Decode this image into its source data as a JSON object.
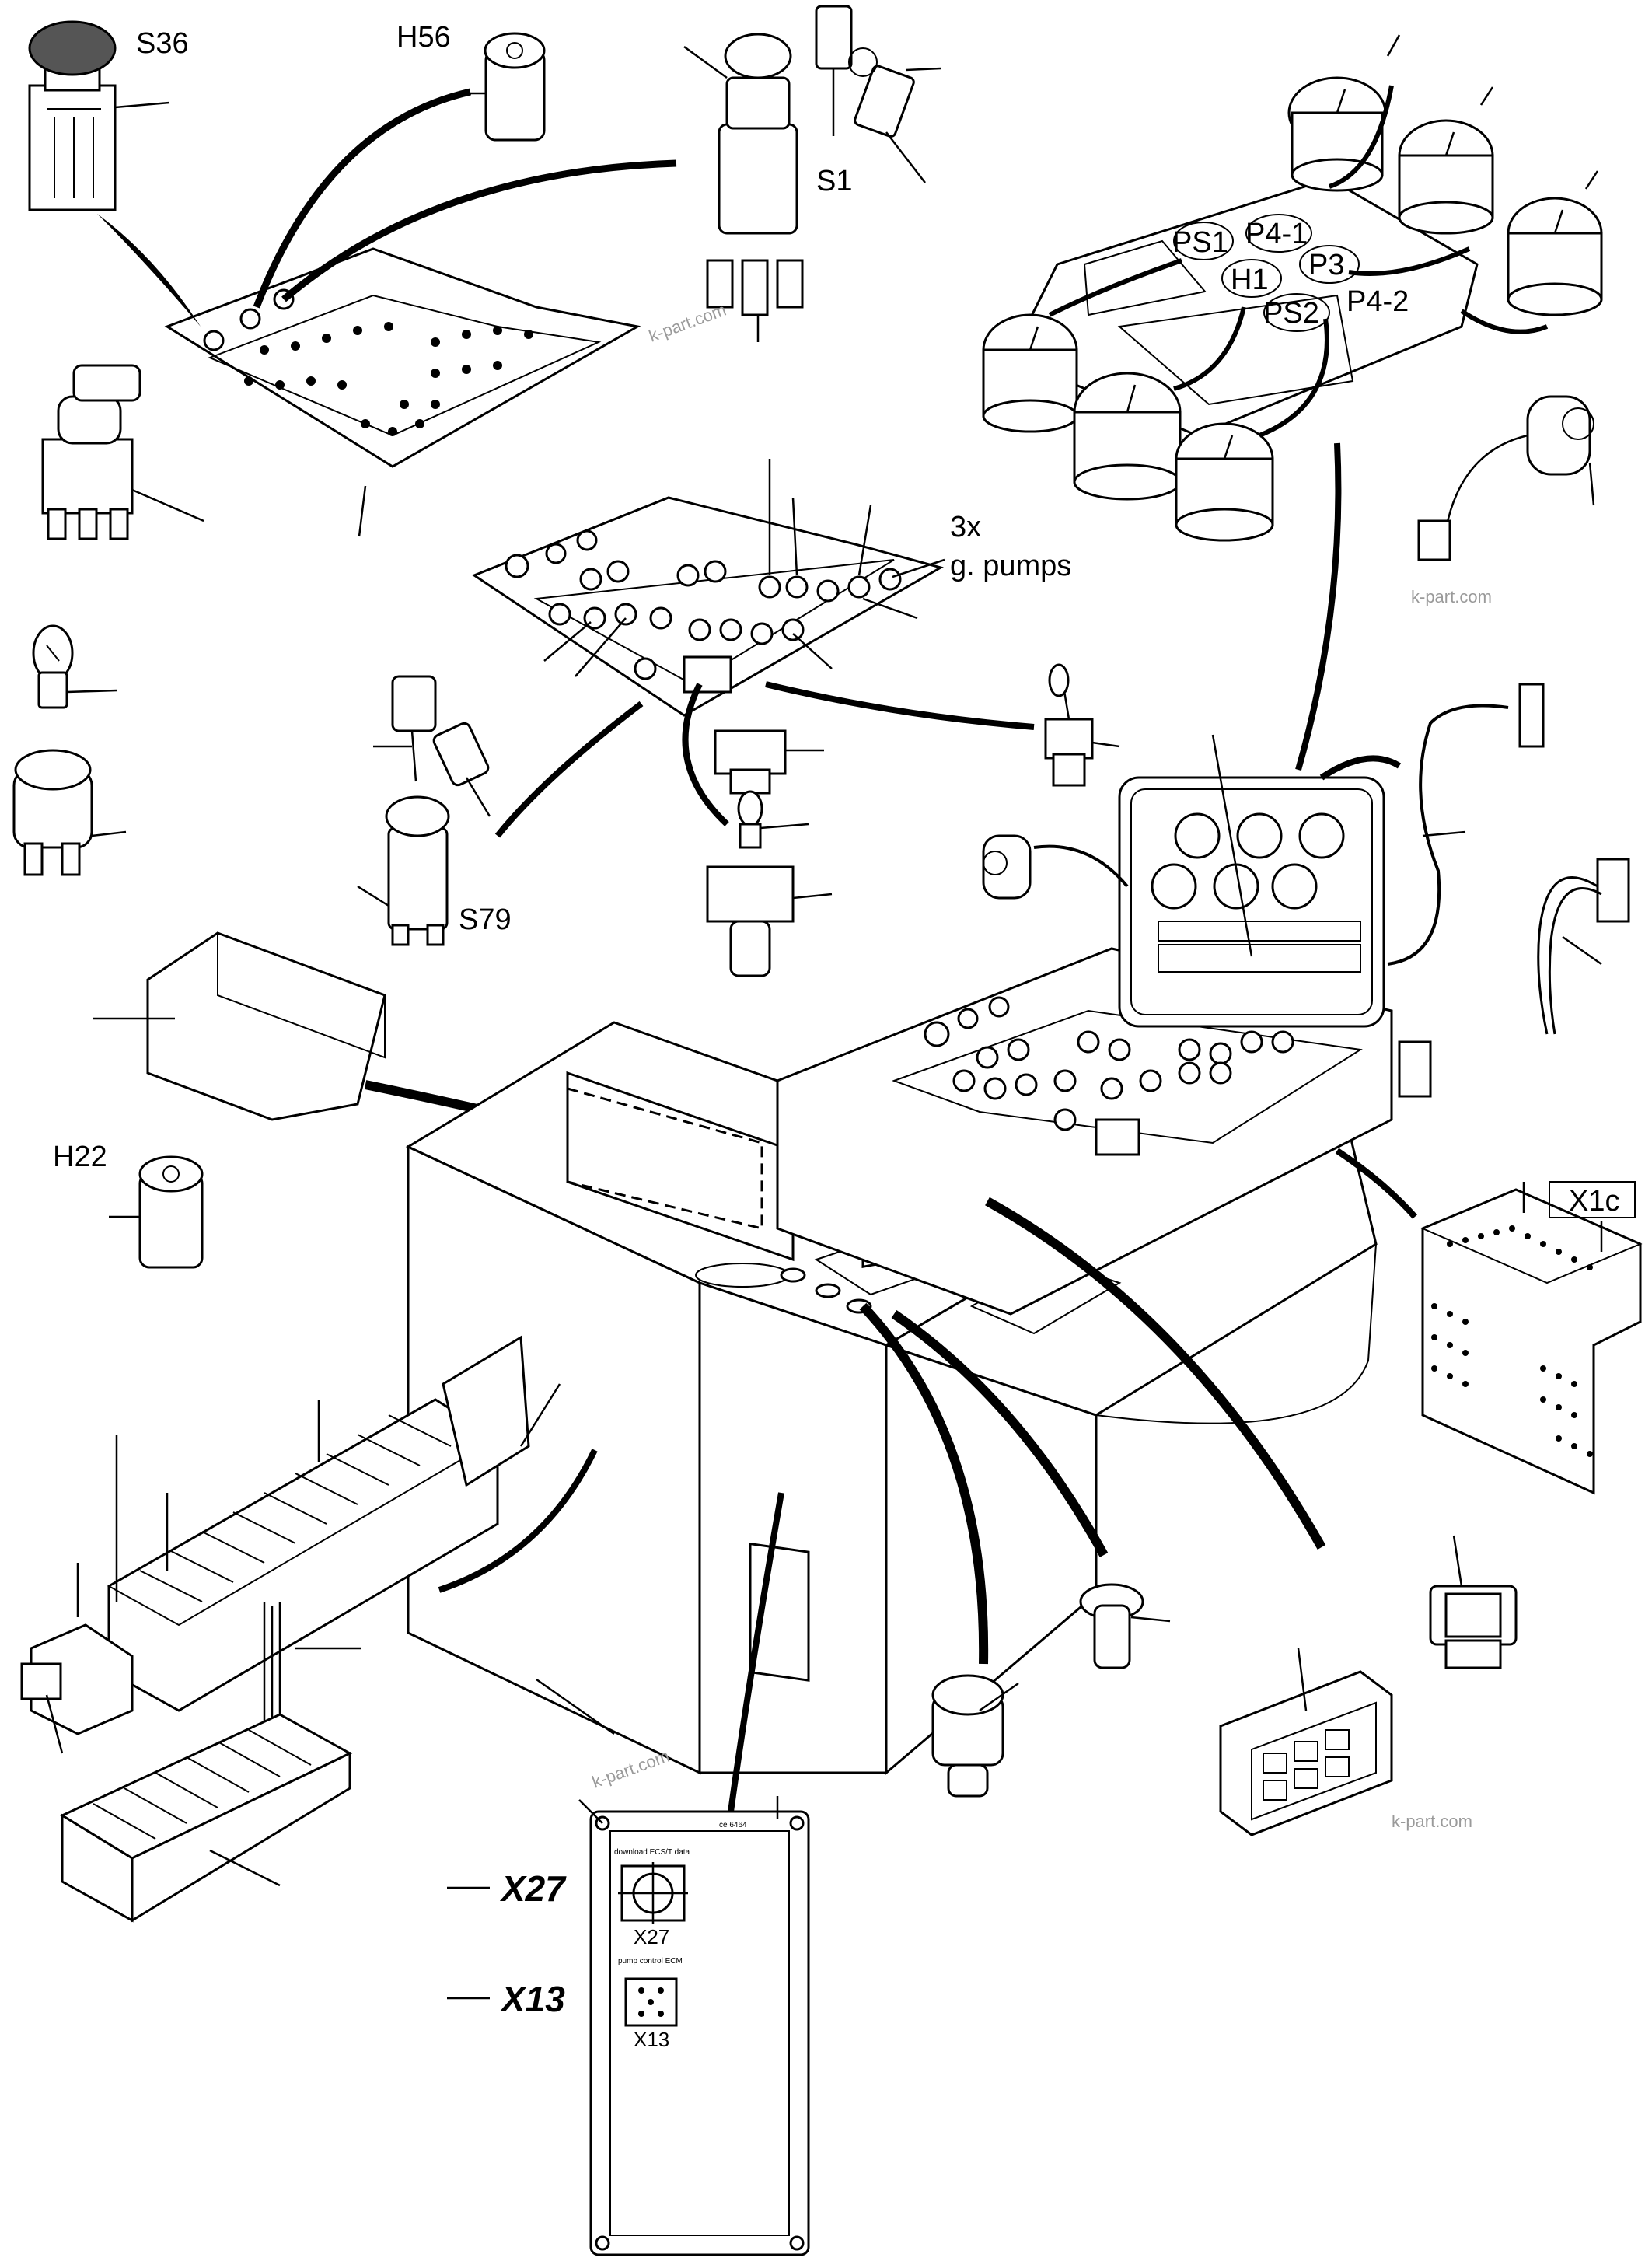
{
  "labels": {
    "s36": "S36",
    "h56": "H56",
    "s1": "S1",
    "ps1": "PS1",
    "p4_1": "P4-1",
    "h1": "H1",
    "p3": "P3",
    "ps2": "PS2",
    "p4_2": "P4-2",
    "pumps_line1": "3x",
    "pumps_line2": "g. pumps",
    "s79": "S79",
    "h22": "H22",
    "x1c": "X1c",
    "x27_callout": "X27",
    "x13_callout": "X13",
    "x27_plate": "X27",
    "x13_plate": "X13",
    "plate_top": "ce 6464",
    "plate_download": "download ECS/T data",
    "plate_pump": "pump control ECM"
  },
  "watermarks": [
    "k-part.com",
    "k-part.com",
    "k-part.com",
    "k-part.com"
  ],
  "icons": [
    "emergency-stop-icon",
    "lamp-holder-icon",
    "key-switch-icon",
    "keys-icon",
    "gauge-icon",
    "rotary-switch-icon",
    "bulb-icon",
    "socket-icon",
    "toggle-switch-icon",
    "relay-box-icon",
    "terminal-block-icon",
    "cable-duct-icon",
    "cigarette-lighter-icon",
    "rocker-switch-icon",
    "climate-panel-icon",
    "connector-cover-icon"
  ],
  "colors": {
    "ink": "#000000",
    "watermark": "#9a9a9a",
    "background": "#ffffff"
  }
}
